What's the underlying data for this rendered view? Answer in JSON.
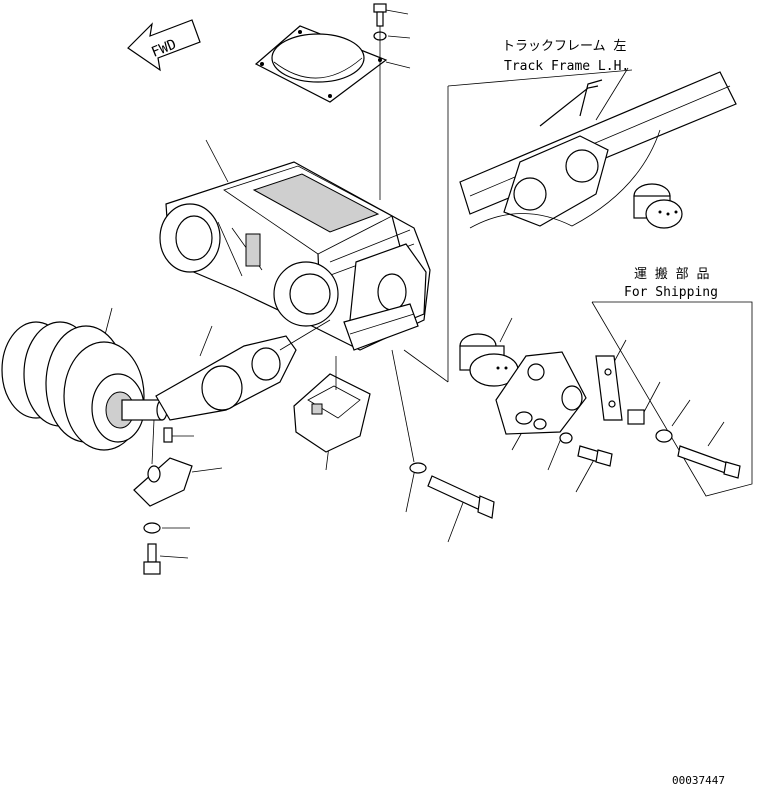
{
  "labels": {
    "fwd": "FWD",
    "track_frame_jp": "トラックフレーム 左",
    "track_frame_en": "Track Frame L.H.",
    "shipping_jp": "運 搬 部 品",
    "shipping_en": "For Shipping",
    "drawing_number": "00037447"
  },
  "colors": {
    "line": "#000000",
    "background": "#ffffff",
    "shade": "#cfcfcf"
  }
}
